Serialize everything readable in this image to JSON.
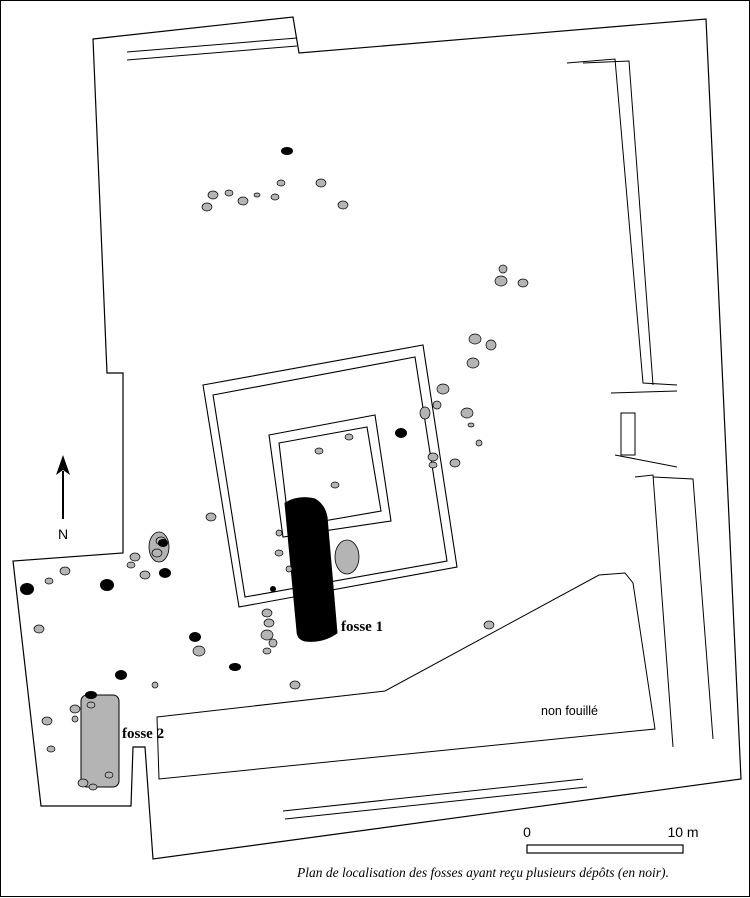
{
  "labels": {
    "north": "N",
    "fosse1": "fosse 1",
    "fosse2": "fosse 2",
    "unexcavated": "non fouillé",
    "scale_start": "0",
    "scale_end": "10 m"
  },
  "caption": "Plan de localisation des fosses ayant reçu plusieurs dépôts (en noir).",
  "colors": {
    "deposit": "#000000",
    "pit": "#b4b4b4",
    "outline": "#000000",
    "background": "#ffffff"
  }
}
